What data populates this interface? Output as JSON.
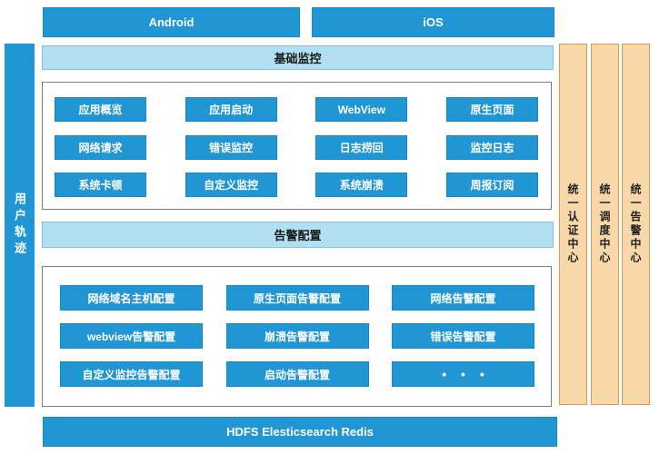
{
  "colors": {
    "primary_blue": "#2196d4",
    "primary_blue_border": "#1b87c2",
    "light_blue_fill": "#b3dff2",
    "light_blue_border": "#7fc4e0",
    "orange_fill": "#f8d8a9",
    "orange_border": "#d79b52",
    "panel_border": "#7c7c7c",
    "button_text": "#ffffff",
    "bar_text": "#1a1a1a"
  },
  "platforms": {
    "android": "Android",
    "ios": "iOS"
  },
  "left_rail": {
    "label": "用户轨迹"
  },
  "sections": {
    "basic_monitoring": "基础监控",
    "alert_config": "告警配置"
  },
  "monitoring": {
    "items": [
      "应用概览",
      "应用启动",
      "WebView",
      "原生页面",
      "网络请求",
      "错误监控",
      "日志捞回",
      "监控日志",
      "系统卡顿",
      "自定义监控",
      "系统崩溃",
      "周报订阅"
    ]
  },
  "alerts": {
    "items": [
      "网络域名主机配置",
      "原生页面告警配置",
      "网络告警配置",
      "webview告警配置",
      "崩溃告警配置",
      "错误告警配置",
      "自定义监控告警配置",
      "启动告警配置",
      "• • •"
    ]
  },
  "storage": {
    "label": "HDFS Elesticsearch Redis"
  },
  "right_rails": {
    "items": [
      "统一认证中心",
      "统一调度中心",
      "统一告警中心"
    ]
  }
}
